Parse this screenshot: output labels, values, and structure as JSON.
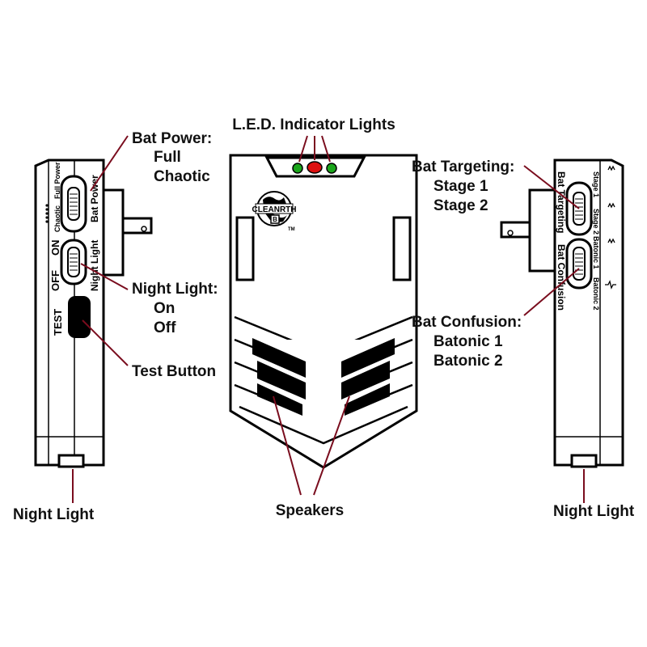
{
  "labels": {
    "led_indicator": "L.E.D. Indicator Lights",
    "bat_power": "Bat Power:",
    "bat_power_full": "Full",
    "bat_power_chaotic": "Chaotic",
    "night_light_switch": "Night Light:",
    "night_light_on": "On",
    "night_light_off": "Off",
    "test_button": "Test Button",
    "night_light_left": "Night Light",
    "speakers": "Speakers",
    "night_light_right": "Night Light",
    "bat_targeting": "Bat Targeting:",
    "stage_1": "Stage 1",
    "stage_2": "Stage 2",
    "bat_confusion": "Bat Confusion:",
    "batonic_1": "Batonic 1",
    "batonic_2": "Batonic 2"
  },
  "device_text": {
    "left": {
      "full_power": "Full Power",
      "chaotic": "Chaotic",
      "bat_power": "Bat Power",
      "on": "ON",
      "off": "OFF",
      "night_light": "Night Light",
      "test": "TEST"
    },
    "right": {
      "bat_targeting": "Bat Targeting",
      "bat_confusion": "Bat Confusion",
      "stage_1": "Stage 1",
      "stage_2": "Stage 2",
      "batonic_1": "Batonic 1",
      "batonic_2": "Batonic 2"
    },
    "center": {
      "brand": "CLEANRTH",
      "brand_mark": "B",
      "trademark": "TM"
    }
  },
  "colors": {
    "led_green": "#1aa51a",
    "led_red": "#dd1010",
    "leader_line": "#7a0d1e"
  }
}
